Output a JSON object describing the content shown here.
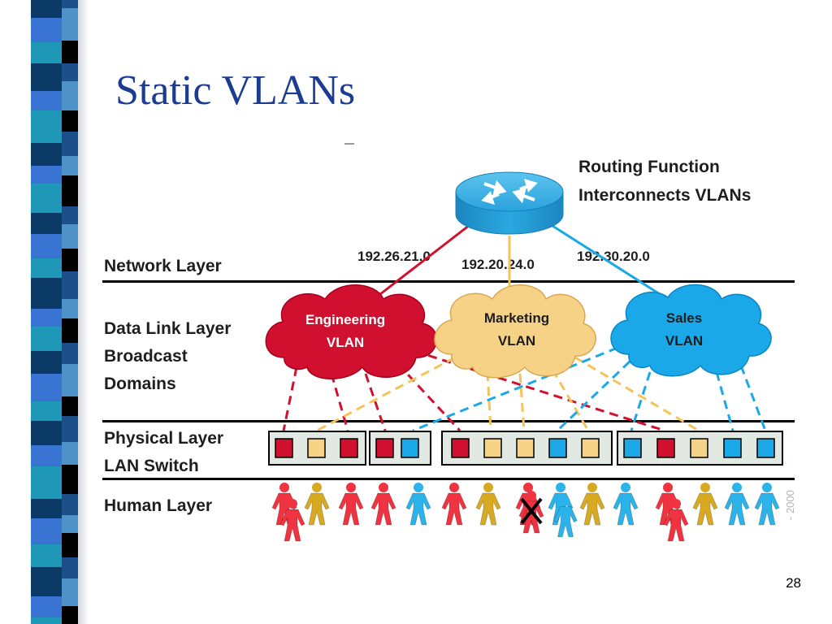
{
  "slide": {
    "title": "Static VLANs",
    "page_number": "28",
    "copyright": "- 2000"
  },
  "routing_note": {
    "line1": "Routing Function",
    "line2": "Interconnects VLANs"
  },
  "layers": {
    "network": "Network Layer",
    "datalink_line1": "Data Link Layer",
    "datalink_line2": "Broadcast",
    "datalink_line3": "Domains",
    "physical_line1": "Physical Layer",
    "physical_line2": "LAN Switch",
    "human": "Human Layer"
  },
  "subnets": {
    "engineering": "192.26.21.0",
    "marketing": "192.20.24.0",
    "sales": "192.30.20.0"
  },
  "vlans": {
    "engineering_line1": "Engineering",
    "engineering_line2": "VLAN",
    "marketing_line1": "Marketing",
    "marketing_line2": "VLAN",
    "sales_line1": "Sales",
    "sales_line2": "VLAN"
  },
  "colors": {
    "engineering": "#d0102e",
    "marketing": "#f6d287",
    "sales": "#1aa8e8",
    "router": "#29a9e1",
    "title": "#1b3c91"
  },
  "switches": [
    [
      "engineering",
      "marketing",
      "engineering"
    ],
    [
      "engineering",
      "sales"
    ],
    [
      "engineering",
      "marketing",
      "marketing",
      "sales",
      "marketing"
    ],
    [
      "sales",
      "engineering",
      "marketing",
      "sales",
      "sales"
    ]
  ],
  "people": [
    "engineering",
    "marketing",
    "engineering",
    "engineering",
    "sales",
    "engineering",
    "marketing",
    "engineering-removed",
    "sales",
    "marketing",
    "sales",
    "engineering",
    "marketing",
    "sales",
    "sales"
  ]
}
